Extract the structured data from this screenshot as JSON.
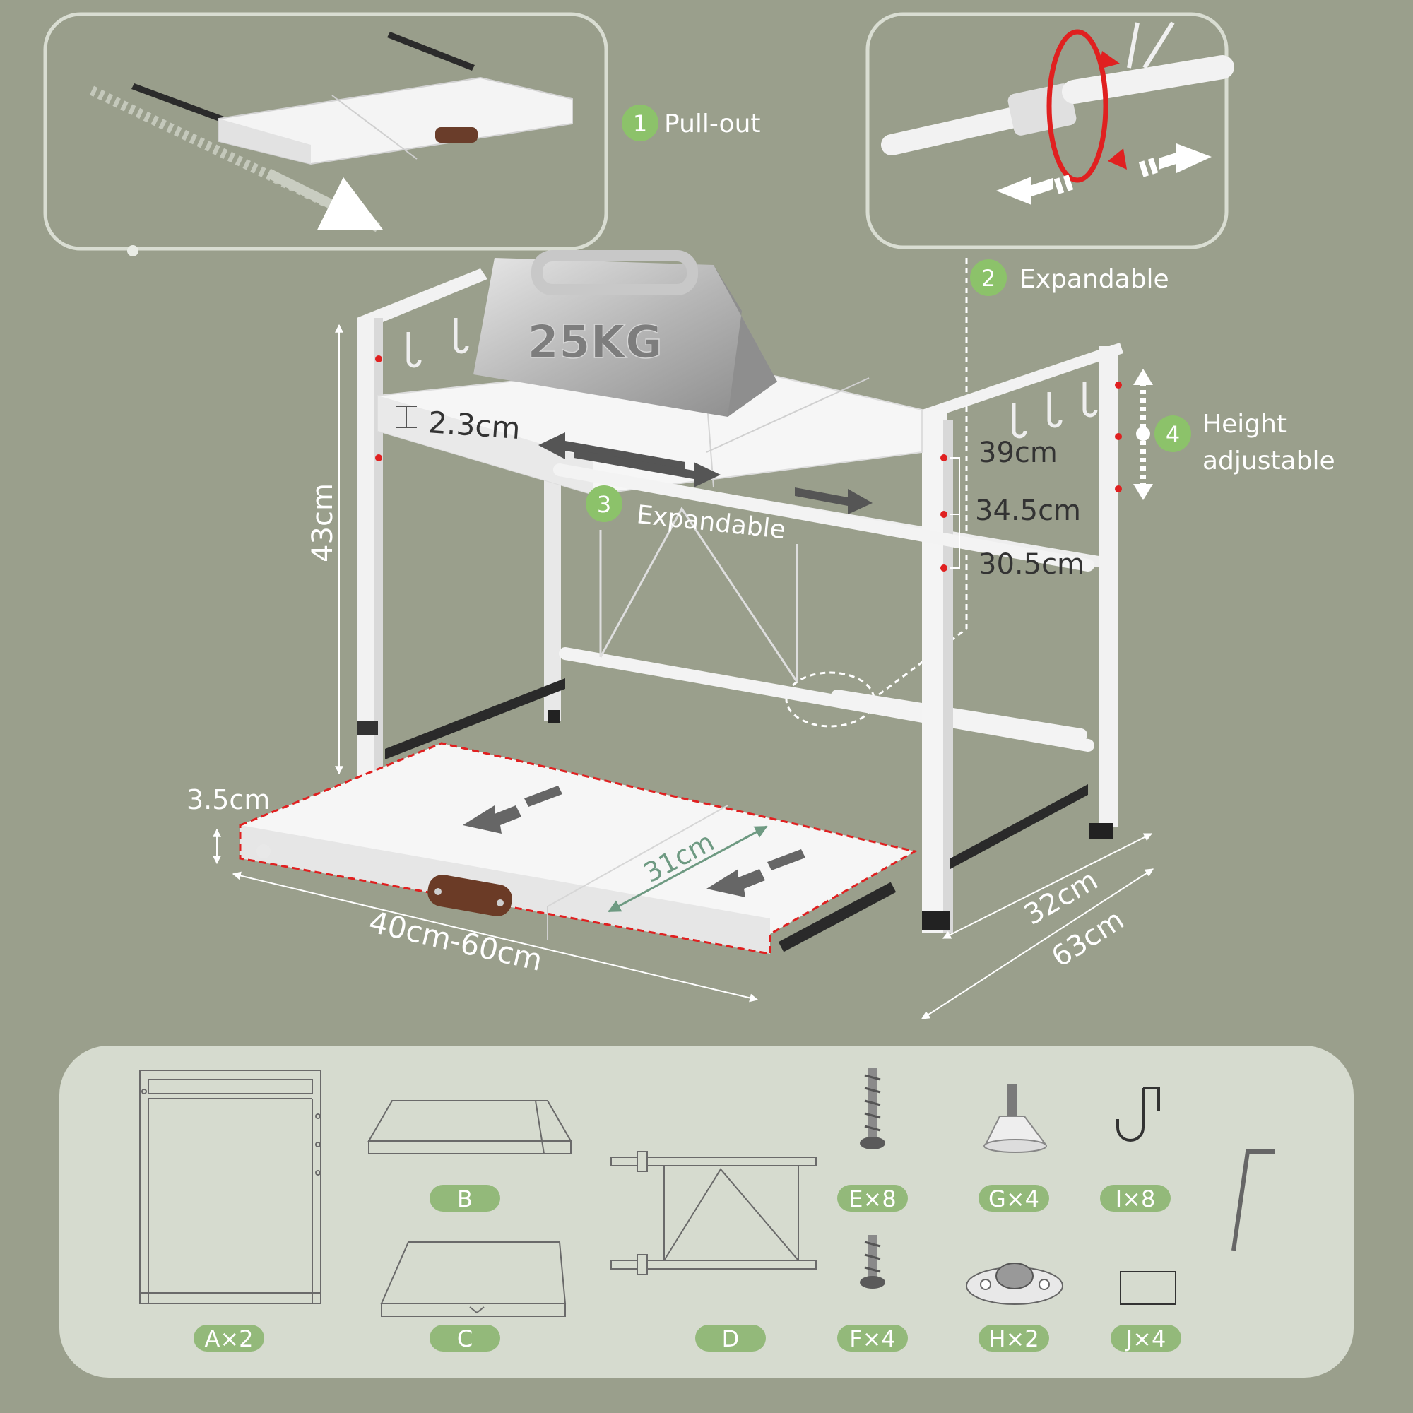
{
  "features": {
    "pull_out": {
      "num": "1",
      "label": "Pull-out"
    },
    "expandable_1": {
      "num": "2",
      "label": "Expandable"
    },
    "expandable_2": {
      "num": "3",
      "label": "Expandable"
    },
    "height": {
      "num": "4",
      "line1": "Height",
      "line2": "adjustable"
    }
  },
  "weight": {
    "label": "25KG"
  },
  "dimensions": {
    "height_total": "43cm",
    "shelf_thickness": "2.3cm",
    "drawer_thickness": "3.5cm",
    "width_range": "40cm-60cm",
    "depth_inner": "31cm",
    "depth": "32cm",
    "length": "63cm",
    "heights": [
      "39cm",
      "34.5cm",
      "30.5cm"
    ]
  },
  "parts": [
    {
      "id": "A",
      "label": "A×2"
    },
    {
      "id": "B",
      "label": "B"
    },
    {
      "id": "C",
      "label": "C"
    },
    {
      "id": "D",
      "label": "D"
    },
    {
      "id": "E",
      "label": "E×8"
    },
    {
      "id": "F",
      "label": "F×4"
    },
    {
      "id": "G",
      "label": "G×4"
    },
    {
      "id": "H",
      "label": "H×2"
    },
    {
      "id": "I",
      "label": "I×8"
    },
    {
      "id": "J",
      "label": "J×4"
    }
  ],
  "colors": {
    "background": "#9a9f8c",
    "panel": "#d6dbcf",
    "accent_green": "#8cc26a",
    "pill_green": "#93b97a",
    "red": "#e02020",
    "dim_line": "#6e9a82"
  }
}
